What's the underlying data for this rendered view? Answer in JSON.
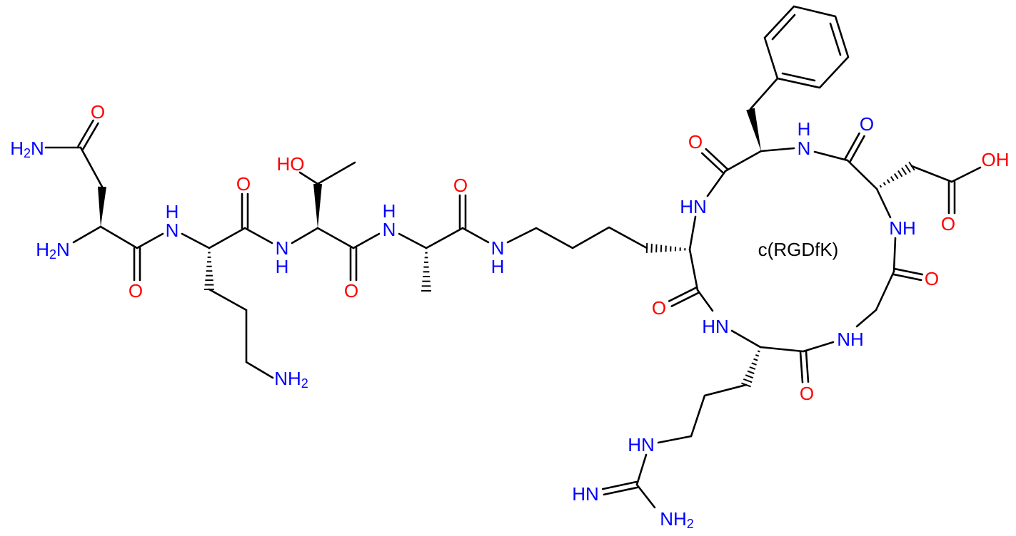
{
  "title": "c(RGDfK)",
  "colors": {
    "nitrogen": "#0000ff",
    "oxygen": "#ff0000",
    "carbon": "#000000"
  },
  "labels": [
    "O",
    "H2N",
    "H2N",
    "O",
    "H",
    "N",
    "NH2",
    "O",
    "N",
    "H",
    "HO",
    "O",
    "H",
    "N",
    "O",
    "N",
    "H",
    "O",
    "HN",
    "H",
    "N",
    "O",
    "OH",
    "O",
    "NH",
    "O",
    "NH",
    "O",
    "HN",
    "O",
    "HN",
    "HN",
    "NH2"
  ]
}
